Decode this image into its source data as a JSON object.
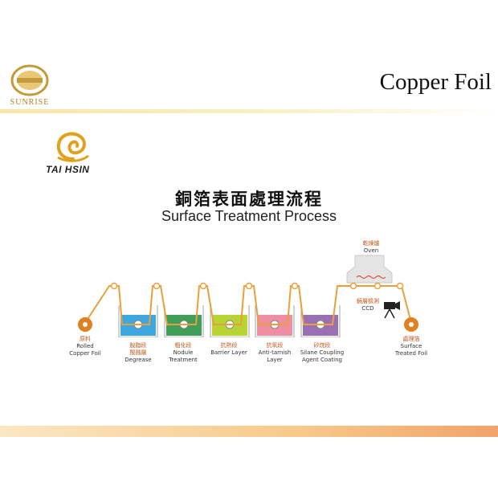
{
  "slide": {
    "title": "Copper Foil",
    "logo_text": "SUNRISE",
    "company": "TAI HSIN"
  },
  "diagram": {
    "title_zh": "銅箔表面處理流程",
    "title_en": "Surface Treatment Process",
    "start": {
      "zh": "原料",
      "en1": "Rolled",
      "en2": "Copper Foil"
    },
    "tanks": [
      {
        "zh1": "脫脂段",
        "zh2": "酸蝕層",
        "en1": "Degrease",
        "en2": "",
        "color": "#3fa7e0"
      },
      {
        "zh1": "粗化段",
        "zh2": "",
        "en1": "Nodule",
        "en2": "Treatment",
        "color": "#3f9e58"
      },
      {
        "zh1": "抗熱段",
        "zh2": "",
        "en1": "Barrier Layer",
        "en2": "",
        "color": "#b8d432"
      },
      {
        "zh1": "抗氧段",
        "zh2": "",
        "en1": "Anti-tarnish",
        "en2": "Layer",
        "color": "#ef8ea2"
      },
      {
        "zh1": "矽烷段",
        "zh2": "",
        "en1": "Silane Coupling",
        "en2": "Agent Coating",
        "color": "#9a6fb4"
      }
    ],
    "oven": {
      "zh": "乾燥爐",
      "en": "Oven"
    },
    "ccd": {
      "zh": "鏡層檢測",
      "en": "CCD"
    },
    "end": {
      "zh": "處理箔",
      "en1": "Surface",
      "en2": "Treated Foil"
    },
    "colors": {
      "foil": "#e8a13a",
      "roll": "#e0801e",
      "tank_border": "#b5b5b5"
    }
  }
}
